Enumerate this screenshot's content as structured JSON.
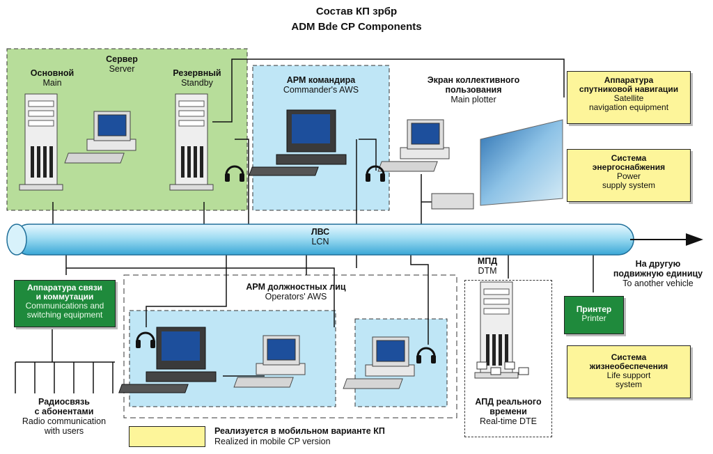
{
  "title": {
    "ru": "Состав КП зрбр",
    "en": "ADM Bde CP Components"
  },
  "server": {
    "ru": "Сервер",
    "en": "Server"
  },
  "main": {
    "ru": "Основной",
    "en": "Main"
  },
  "standby": {
    "ru": "Резервный",
    "en": "Standby"
  },
  "commander": {
    "ru": "АРМ командира",
    "en": "Commander's AWS"
  },
  "plotter": {
    "ru1": "Экран коллективного",
    "ru2": "пользования",
    "en": "Main plotter"
  },
  "satellite": {
    "ru1": "Аппаратура",
    "ru2": "спутниковой навигации",
    "en1": "Satellite",
    "en2": "navigation equipment"
  },
  "power": {
    "ru1": "Система",
    "ru2": "энергоснабжения",
    "en1": "Power",
    "en2": "supply system"
  },
  "lan": {
    "ru": "ЛВС",
    "en": "LCN"
  },
  "comms": {
    "ru1": "Аппаратура связи",
    "ru2": "и коммутации",
    "en1": "Communications and",
    "en2": "switching equipment"
  },
  "operators": {
    "ru": "АРМ должностных лиц",
    "en": "Operators' AWS"
  },
  "dtm": {
    "ru": "МПД",
    "en": "DTM"
  },
  "vehicle": {
    "ru1": "На другую",
    "ru2": "подвижную единицу",
    "en": "To another vehicle"
  },
  "printer": {
    "ru": "Принтер",
    "en": "Printer"
  },
  "life": {
    "ru1": "Система",
    "ru2": "жизнеобеспечения",
    "en1": "Life support",
    "en2": "system"
  },
  "radio": {
    "ru1": "Радиосвязь",
    "ru2": "с абонентами",
    "en1": "Radio communication",
    "en2": "with users"
  },
  "dte": {
    "ru1": "АПД реального",
    "ru2": "времени",
    "en": "Real-time DTE"
  },
  "legend": {
    "ru": "Реализуется в мобильном варианте КП",
    "en": "Realized in mobile CP version"
  },
  "colors": {
    "green_region": "#b7dd9a",
    "blue_region": "#bfe6f6",
    "yellow_box": "#fdf59a",
    "green_box": "#1f8a3c",
    "lan_pipe": "#9fdcf2"
  }
}
